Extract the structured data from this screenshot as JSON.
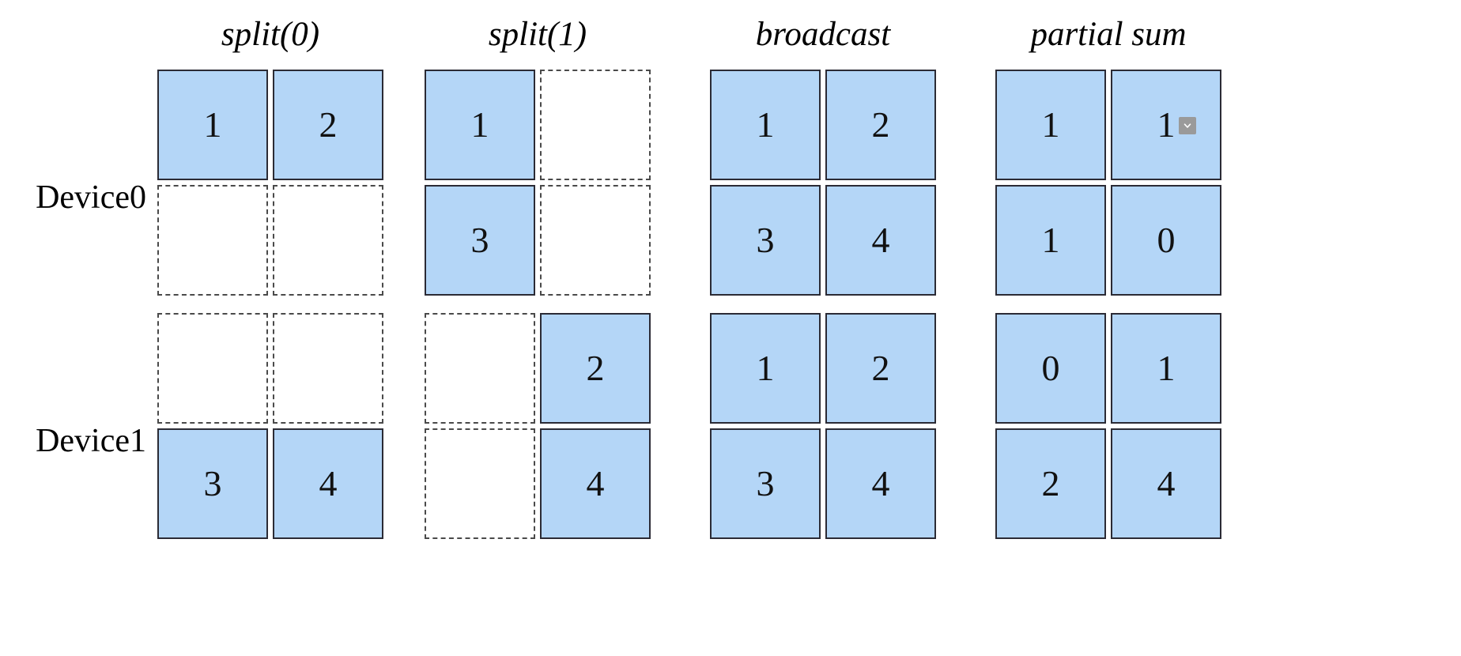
{
  "figure": {
    "title": "",
    "background": "#ffffff",
    "filled_color": "#b4d6f7",
    "filled_border_color": "#2b2b35",
    "empty_border_color": "#4a4a4a"
  },
  "row_labels": [
    {
      "label": "Device0"
    },
    {
      "label": "Device1"
    }
  ],
  "groups": [
    {
      "title": "split(0)",
      "devices": [
        {
          "device": "Device0",
          "rows": [
            [
              {
                "filled": true,
                "value": "1"
              },
              {
                "filled": true,
                "value": "2"
              }
            ],
            [
              {
                "filled": false,
                "value": ""
              },
              {
                "filled": false,
                "value": ""
              }
            ]
          ]
        },
        {
          "device": "Device1",
          "rows": [
            [
              {
                "filled": false,
                "value": ""
              },
              {
                "filled": false,
                "value": ""
              }
            ],
            [
              {
                "filled": true,
                "value": "3"
              },
              {
                "filled": true,
                "value": "4"
              }
            ]
          ]
        }
      ]
    },
    {
      "title": "split(1)",
      "devices": [
        {
          "device": "Device0",
          "rows": [
            [
              {
                "filled": true,
                "value": "1"
              },
              {
                "filled": false,
                "value": ""
              }
            ],
            [
              {
                "filled": true,
                "value": "3"
              },
              {
                "filled": false,
                "value": ""
              }
            ]
          ]
        },
        {
          "device": "Device1",
          "rows": [
            [
              {
                "filled": false,
                "value": ""
              },
              {
                "filled": true,
                "value": "2"
              }
            ],
            [
              {
                "filled": false,
                "value": ""
              },
              {
                "filled": true,
                "value": "4"
              }
            ]
          ]
        }
      ]
    },
    {
      "title": "broadcast",
      "devices": [
        {
          "device": "Device0",
          "rows": [
            [
              {
                "filled": true,
                "value": "1"
              },
              {
                "filled": true,
                "value": "2"
              }
            ],
            [
              {
                "filled": true,
                "value": "3"
              },
              {
                "filled": true,
                "value": "4"
              }
            ]
          ]
        },
        {
          "device": "Device1",
          "rows": [
            [
              {
                "filled": true,
                "value": "1"
              },
              {
                "filled": true,
                "value": "2"
              }
            ],
            [
              {
                "filled": true,
                "value": "3"
              },
              {
                "filled": true,
                "value": "4"
              }
            ]
          ]
        }
      ]
    },
    {
      "title": "partial sum",
      "devices": [
        {
          "device": "Device0",
          "rows": [
            [
              {
                "filled": true,
                "value": "1"
              },
              {
                "filled": true,
                "value": "1",
                "badge": "chevron-down-icon"
              }
            ],
            [
              {
                "filled": true,
                "value": "1"
              },
              {
                "filled": true,
                "value": "0"
              }
            ]
          ]
        },
        {
          "device": "Device1",
          "rows": [
            [
              {
                "filled": true,
                "value": "0"
              },
              {
                "filled": true,
                "value": "1"
              }
            ],
            [
              {
                "filled": true,
                "value": "2"
              },
              {
                "filled": true,
                "value": "4"
              }
            ]
          ]
        }
      ]
    }
  ]
}
